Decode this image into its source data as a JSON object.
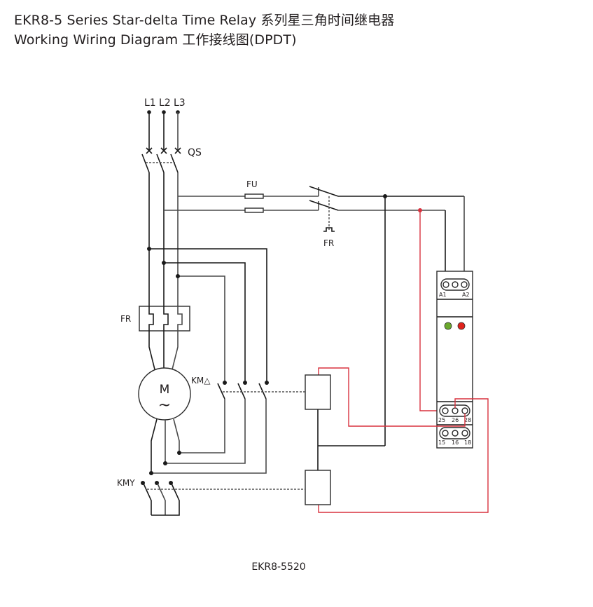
{
  "header": {
    "title_line1": "EKR8-5 Series Star-delta Time Relay 系列星三角时间继电器",
    "title_line2": "Working Wiring Diagram 工作接线图(DPDT)"
  },
  "diagram": {
    "phases": [
      "L1",
      "L2",
      "L3"
    ],
    "labels": {
      "main_switch": "QS",
      "fuse": "FU",
      "thermal_relay_contact": "FR",
      "thermal_relay": "FR",
      "motor": "M",
      "motor_symbol": "~",
      "delta_contactor": "KM△",
      "star_contactor": "KMY"
    },
    "relay": {
      "supply_terminals": [
        "A1",
        "A2"
      ],
      "output_terminals_upper": [
        "25",
        "26",
        "28"
      ],
      "output_terminals_lower": [
        "15",
        "16",
        "18"
      ],
      "led_colors": {
        "power": "#6aa82c",
        "status": "#e0221c"
      }
    },
    "wire_colors": {
      "black": "#1a1a1a",
      "red": "#d8323f"
    },
    "model": "EKR8-5520"
  }
}
